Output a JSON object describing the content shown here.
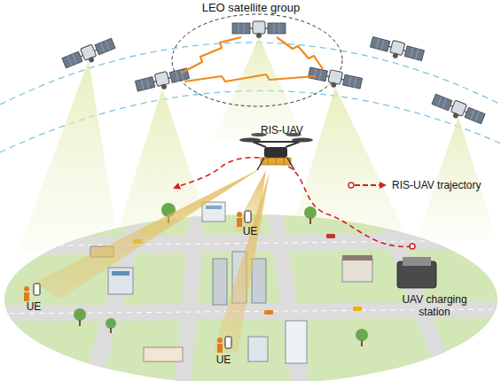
{
  "diagram": {
    "labels": [
      "LEO satellite group",
      "RIS-UAV",
      "UE",
      "UE",
      "UE",
      "UAV charging station"
    ],
    "legend": [
      {
        "text": "RIS-UAV trajectory"
      }
    ]
  }
}
